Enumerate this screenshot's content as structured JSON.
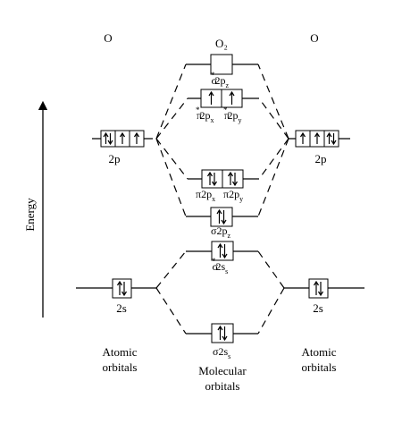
{
  "labels": {
    "left_atom": "O",
    "right_atom": "O",
    "molecule": "O₂",
    "energy_axis": "Energy",
    "left_2p": "2p",
    "right_2p": "2p",
    "left_2s": "2s",
    "right_2s": "2s",
    "atomic_left_line1": "Atomic",
    "atomic_left_line2": "orbitals",
    "atomic_right_line1": "Atomic",
    "atomic_right_line2": "orbitals",
    "molecular_line1": "Molecular",
    "molecular_line2": "orbitals"
  },
  "orbitals": {
    "sigma_star_2pz": {
      "greek": "σ",
      "star": "*",
      "main": "2p",
      "sub": "z"
    },
    "pi_star_2px": {
      "greek": "π",
      "star": "*",
      "main": "2p",
      "sub": "x"
    },
    "pi_star_2py": {
      "greek": "π",
      "star": "*",
      "main": "2p",
      "sub": "y"
    },
    "pi_2px": {
      "greek": "π",
      "main": "2p",
      "sub": "x"
    },
    "pi_2py": {
      "greek": "π",
      "main": "2p",
      "sub": "y"
    },
    "sigma_2pz": {
      "greek": "σ",
      "main": "2p",
      "sub": "z"
    },
    "sigma_star_2s": {
      "greek": "σ",
      "star": "*",
      "main": "2s",
      "sub": "s"
    },
    "sigma_2s": {
      "greek": "σ",
      "main": "2s",
      "sub": "s"
    }
  },
  "occupancy": {
    "left_2p": [
      "up-down",
      "up",
      "up"
    ],
    "right_2p": [
      "up",
      "up",
      "up-down"
    ],
    "left_2s": "up-down",
    "right_2s": "up-down",
    "sigma_star_2pz": "empty",
    "pi_star_2p": [
      "up",
      "up"
    ],
    "pi_2p": [
      "up-down",
      "up-down"
    ],
    "sigma_2pz": "up-down",
    "sigma_star_2s": "up-down",
    "sigma_2s": "up-down"
  }
}
